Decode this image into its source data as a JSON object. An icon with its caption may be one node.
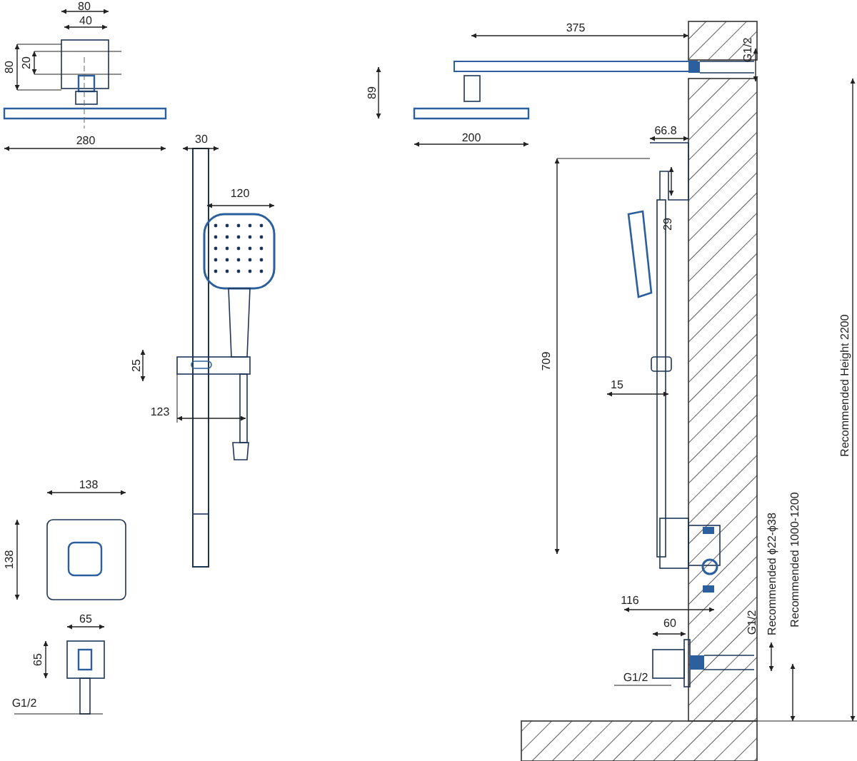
{
  "diagram": {
    "labels": [
      "80",
      "40",
      "80",
      "20",
      "280",
      "30",
      "120",
      "25",
      "123",
      "138",
      "138",
      "65",
      "65",
      "G1/2",
      "375",
      "G1/2",
      "89",
      "200",
      "66.8",
      "29",
      "709",
      "15",
      "Recommended Height 2200",
      "116",
      "60",
      "G1/2",
      "Recommended ϕ22-ϕ38",
      "G1/2",
      "Recommended 1000-1200"
    ]
  }
}
